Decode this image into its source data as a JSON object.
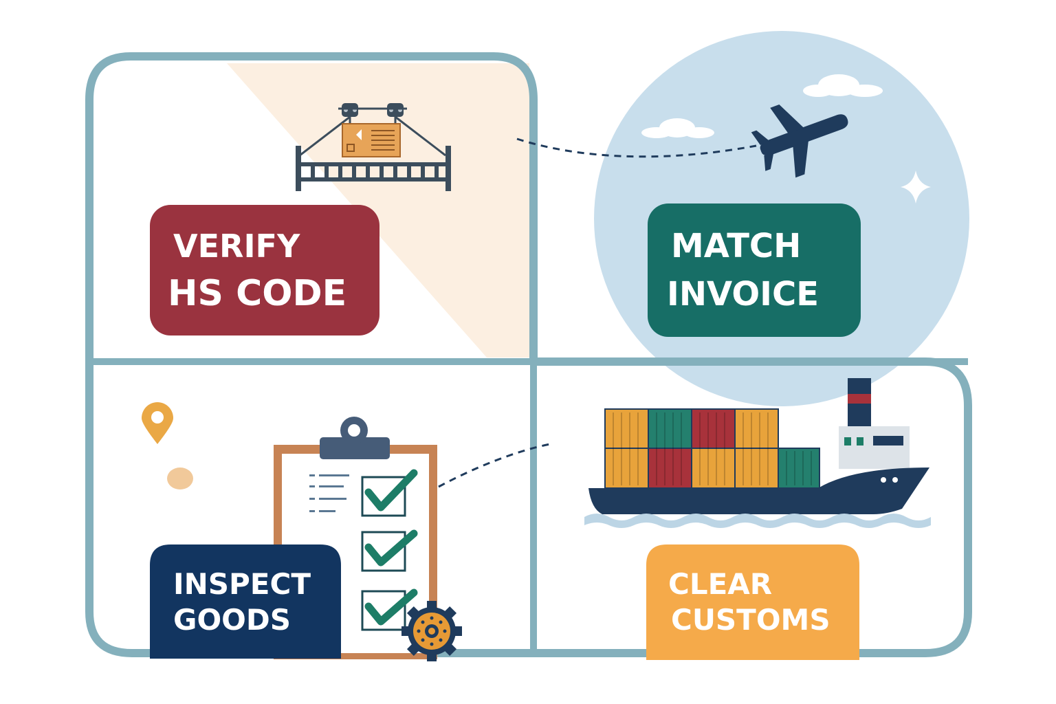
{
  "colors": {
    "frame": "#84b0bc",
    "verify_bg": "#9a333f",
    "match_bg": "#176e66",
    "inspect_bg": "#123560",
    "clear_bg": "#f5aa4a",
    "sky": "#c8deec",
    "peach": "#fcefe1",
    "navy": "#1f3b5c",
    "green_check": "#1d7d67",
    "orange": "#e8a33b"
  },
  "steps": {
    "verify": {
      "line1": "VERIFY",
      "line2": "HS CODE",
      "icon": "crane-package-icon"
    },
    "match": {
      "line1": "MATCH",
      "line2": "INVOICE",
      "icon": "airplane-icon"
    },
    "inspect": {
      "line1": "INSPECT",
      "line2": "GOODS",
      "icon": "clipboard-checklist-icon"
    },
    "clear": {
      "line1": "CLEAR",
      "line2": "CUSTOMS",
      "icon": "cargo-ship-icon"
    }
  }
}
